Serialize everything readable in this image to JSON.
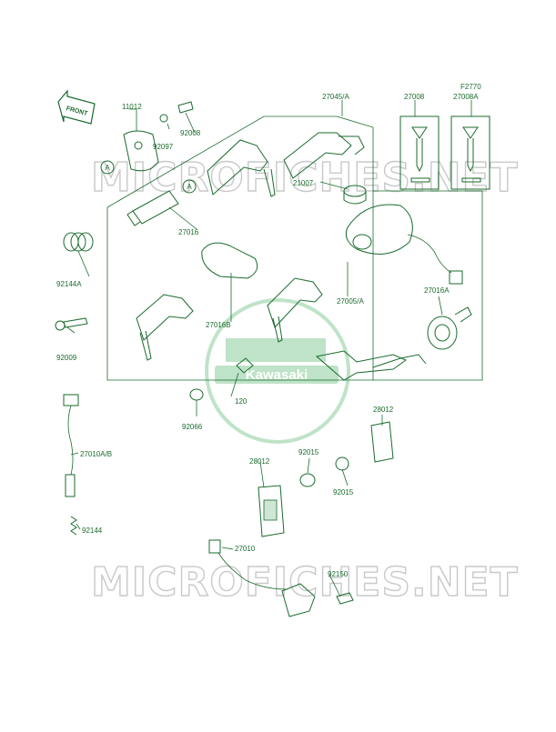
{
  "diagram": {
    "code": "F2770",
    "front_label": "FRONT",
    "brand": "Kawasaki",
    "watermark": "MICROFICHES.NET",
    "circle_A": "A",
    "colors": {
      "line": "#1a6b2e",
      "watermark": "#c9c9c9",
      "brand_fill": "#bfe3c8"
    }
  },
  "parts": {
    "p11012": "11012",
    "p92008": "92008",
    "p92097": "92097",
    "p27045": "27045/A",
    "p27008": "27008",
    "p27008A": "27008A",
    "p21007": "21007",
    "p27016": "27016",
    "p92144A": "92144A",
    "p27016B": "27016B",
    "p27005": "27005/A",
    "p27016A": "27016A",
    "p92009": "92009",
    "p120": "120",
    "p92066": "92066",
    "p28012a": "28012",
    "p28012b": "28012",
    "p27010AB": "27010A/B",
    "p92015a": "92015",
    "p92015b": "92015",
    "p92144": "92144",
    "p27010": "27010",
    "p92150": "92150"
  }
}
